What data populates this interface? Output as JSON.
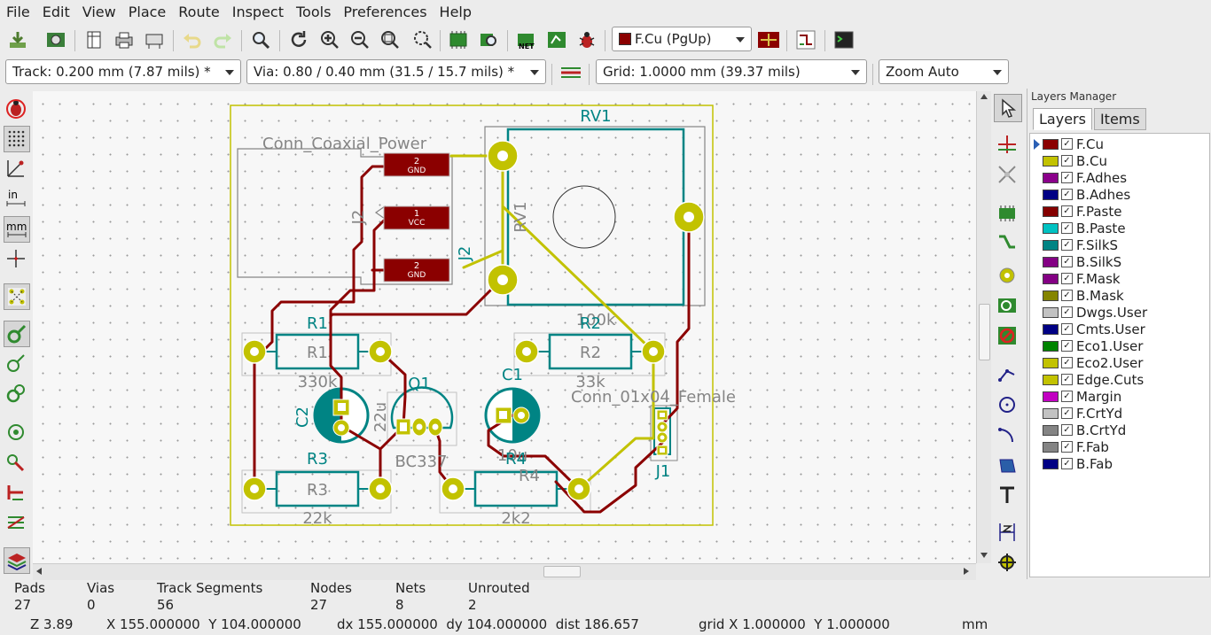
{
  "menu": [
    "File",
    "Edit",
    "View",
    "Place",
    "Route",
    "Inspect",
    "Tools",
    "Preferences",
    "Help"
  ],
  "toolbar": {
    "layer_select": "F.Cu (PgUp)",
    "layer_color": "#8b0000",
    "track_width": "Track: 0.200 mm (7.87 mils) *",
    "via_size": "Via: 0.80 / 0.40 mm (31.5 / 15.7 mils) *",
    "grid": "Grid: 1.0000 mm (39.37 mils)",
    "zoom": "Zoom Auto",
    "left_units_in": "in",
    "left_units_mm": "mm"
  },
  "pcb": {
    "labels": {
      "conn_power": "Conn_Coaxial_Power",
      "j2_ref": "J2",
      "j2_val": "J2",
      "rv1_ref": "RV1",
      "rv1_val": "RV1",
      "rv1_pot": "100k",
      "r1_top": "R1",
      "r1_body": "R1",
      "r1_val": "330k",
      "r2_top": "R2",
      "r2_body": "R2",
      "r2_val": "33k",
      "q1": "Q1",
      "q1_val": "BC337",
      "q1_side": "22u",
      "c1": "C1",
      "c1_val": "10u",
      "c2": "C2",
      "r3_top": "R3",
      "r3_body": "R3",
      "r3_val": "22k",
      "r4_top": "R4",
      "r4_body": "R4",
      "r4_val": "2k2",
      "conn_female": "Conn_01x04_Female",
      "j1": "J1",
      "pad_gnd1": "GND",
      "pad_vcc": "VCC",
      "pad_gnd2": "GND",
      "pad_num_2a": "2",
      "pad_num_1": "1",
      "pad_num_2b": "2"
    },
    "colors": {
      "fcu": "#8b0000",
      "bcu": "#c2c200",
      "silk": "#008484",
      "fab": "#858585",
      "edge": "#c2c200"
    }
  },
  "layers_panel": {
    "title": "Layers Manager",
    "tabs": [
      "Layers",
      "Items"
    ],
    "layers": [
      {
        "name": "F.Cu",
        "color": "#8b0000",
        "checked": "✓",
        "selected": true
      },
      {
        "name": "B.Cu",
        "color": "#c2c200",
        "checked": "✓"
      },
      {
        "name": "F.Adhes",
        "color": "#8b008b",
        "checked": "✓"
      },
      {
        "name": "B.Adhes",
        "color": "#000084",
        "checked": "✓"
      },
      {
        "name": "F.Paste",
        "color": "#840000",
        "checked": "✓"
      },
      {
        "name": "B.Paste",
        "color": "#00c2c2",
        "checked": "✓"
      },
      {
        "name": "F.SilkS",
        "color": "#008484",
        "checked": "✓"
      },
      {
        "name": "B.SilkS",
        "color": "#840084",
        "checked": "✓"
      },
      {
        "name": "F.Mask",
        "color": "#840084",
        "checked": "✓"
      },
      {
        "name": "B.Mask",
        "color": "#848400",
        "checked": "✓"
      },
      {
        "name": "Dwgs.User",
        "color": "#c2c2c2",
        "checked": "✓"
      },
      {
        "name": "Cmts.User",
        "color": "#000084",
        "checked": "✓"
      },
      {
        "name": "Eco1.User",
        "color": "#008400",
        "checked": "✓"
      },
      {
        "name": "Eco2.User",
        "color": "#c2c200",
        "checked": "✓"
      },
      {
        "name": "Edge.Cuts",
        "color": "#c2c200",
        "checked": "✓"
      },
      {
        "name": "Margin",
        "color": "#c200c2",
        "checked": "✓"
      },
      {
        "name": "F.CrtYd",
        "color": "#c2c2c2",
        "checked": "✓"
      },
      {
        "name": "B.CrtYd",
        "color": "#848484",
        "checked": "✓"
      },
      {
        "name": "F.Fab",
        "color": "#848484",
        "checked": "✓"
      },
      {
        "name": "B.Fab",
        "color": "#000084",
        "checked": "✓"
      }
    ]
  },
  "status": {
    "pads_label": "Pads",
    "pads": "27",
    "vias_label": "Vias",
    "vias": "0",
    "tracks_label": "Track Segments",
    "tracks": "56",
    "nodes_label": "Nodes",
    "nodes": "27",
    "nets_label": "Nets",
    "nets": "8",
    "unrouted_label": "Unrouted",
    "unrouted": "2",
    "zoom": "Z 3.89",
    "xy": "X 155.000000  Y 104.000000",
    "dxdy": "dx 155.000000  dy 104.000000  dist 186.657",
    "grid": "grid X 1.000000  Y 1.000000",
    "units": "mm"
  }
}
